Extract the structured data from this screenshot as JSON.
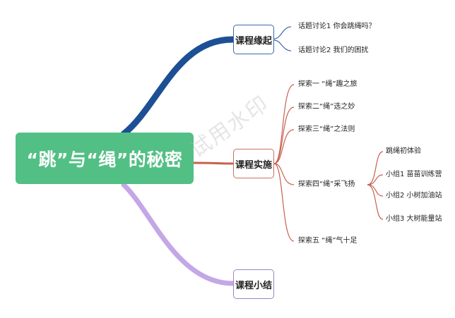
{
  "central": {
    "label": "“跳”与“绳”的秘密"
  },
  "branches": [
    {
      "label": "课程缘起",
      "color": "#1d4f94",
      "children": [
        "话题讨论1 你会跳绳吗？",
        "话题讨论2 我们的困扰"
      ]
    },
    {
      "label": "课程实施",
      "color": "#c9604f",
      "children": [
        "探索一 “绳”趣之旅",
        "探索二“绳”选之妙",
        "探索三“绳”之法则",
        "探索四“绳”采飞扬",
        "探索五 “绳”气十足"
      ],
      "sub_branch": {
        "parent_index": 3,
        "children": [
          "跳绳初体验",
          "小组1 苗苗训练营",
          "小组2 小树加油站",
          "小组3 大树能量站"
        ]
      }
    },
    {
      "label": "课程小结",
      "color": "#c4a7e7",
      "children": []
    }
  ],
  "watermark": "试用水印"
}
